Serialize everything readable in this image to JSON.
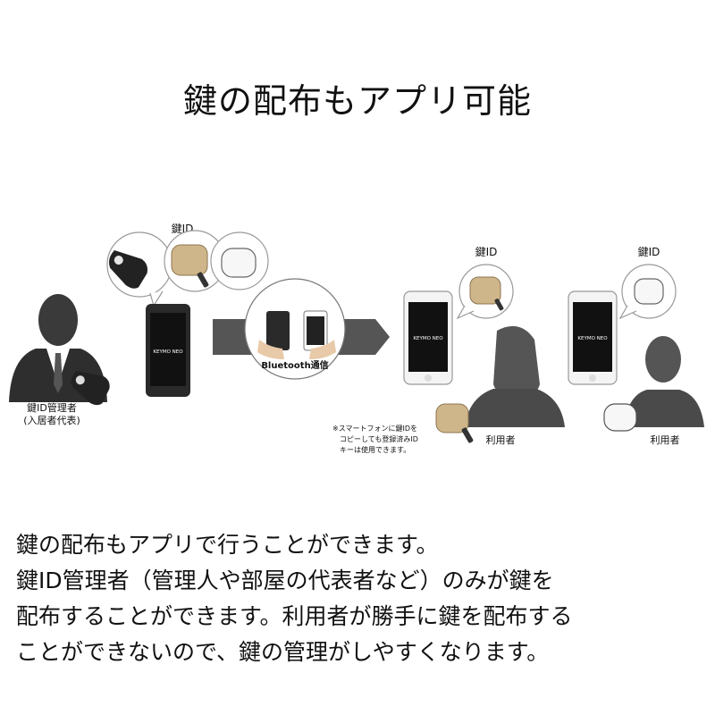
{
  "title": "鍵の配布もアプリ可能",
  "illustration": {
    "key_id_label": "鍵ID",
    "admin_label_line1": "鍵ID管理者",
    "admin_label_line2": "(入居者代表)",
    "phone_brand": "KEYMO NEO",
    "bluetooth_label": "Bluetooth通信",
    "note_line1": "※スマートフォンに鍵IDを",
    "note_line2": "コピーしても登録済みID",
    "note_line3": "キーは使用できます。",
    "user_label": "利用者"
  },
  "description": {
    "line1": "鍵の配布もアプリで行うことができます。",
    "line2": "鍵ID管理者（管理人や部屋の代表者など）のみが鍵を",
    "line3": "配布することができます。利用者が勝手に鍵を配布する",
    "line4": "ことができないので、鍵の管理がしやすくなります。"
  }
}
